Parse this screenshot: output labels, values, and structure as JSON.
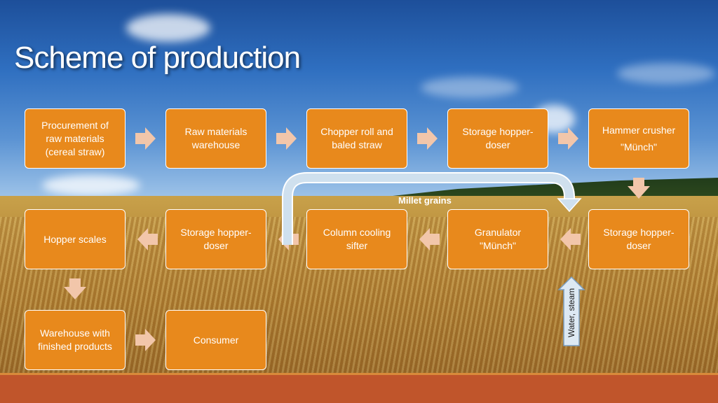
{
  "title": "Scheme of production",
  "colors": {
    "box": "#e8891c",
    "arrow": "#f2c6aa",
    "loop": "#cfe0ee",
    "footer": "#c0552b"
  },
  "boxes": [
    {
      "id": "procurement",
      "label": "Procurement of\nraw materials\n(cereal straw)"
    },
    {
      "id": "raw-warehouse",
      "label": "Raw materials\nwarehouse"
    },
    {
      "id": "chopper",
      "label": "Chopper roll and\nbaled straw"
    },
    {
      "id": "storage1",
      "label": "Storage hopper-\ndoser"
    },
    {
      "id": "hammer",
      "label": "Hammer crusher\n\"Münch\""
    },
    {
      "id": "hopper-scales",
      "label": "Hopper scales"
    },
    {
      "id": "storage2",
      "label": "Storage hopper-\ndoser"
    },
    {
      "id": "cooling",
      "label": "Column cooling\nsifter"
    },
    {
      "id": "granulator",
      "label": "Granulator\n\"Münch\""
    },
    {
      "id": "storage3",
      "label": "Storage hopper-\ndoser"
    },
    {
      "id": "warehouse-finished",
      "label": "Warehouse with\nfinished products"
    },
    {
      "id": "consumer",
      "label": "Consumer"
    }
  ],
  "labels": {
    "millet": "Millet grains",
    "water": "Water, steam"
  }
}
